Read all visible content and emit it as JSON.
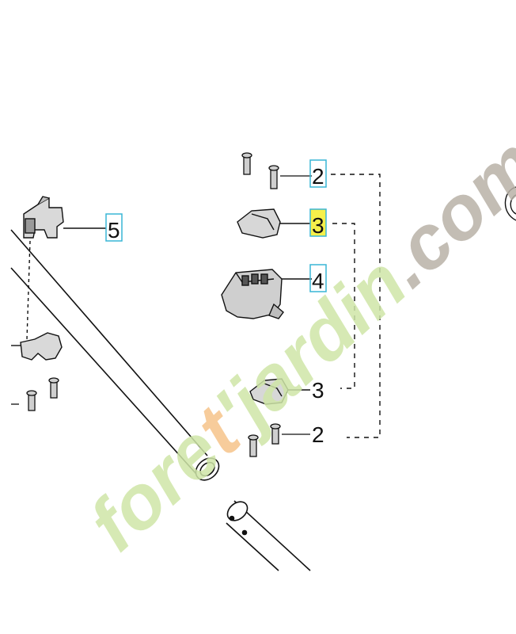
{
  "diagram": {
    "callouts": [
      {
        "id": "c2-top",
        "label": "2",
        "boxed": true,
        "highlighted": false
      },
      {
        "id": "c3-top",
        "label": "3",
        "boxed": true,
        "highlighted": true
      },
      {
        "id": "c4",
        "label": "4",
        "boxed": true,
        "highlighted": false
      },
      {
        "id": "c5",
        "label": "5",
        "boxed": true,
        "highlighted": false
      },
      {
        "id": "c3-bottom",
        "label": "3",
        "boxed": false,
        "highlighted": false
      },
      {
        "id": "c2-bottom",
        "label": "2",
        "boxed": false,
        "highlighted": false
      }
    ],
    "colors": {
      "line": "#111111",
      "box_border": "#39b6d6",
      "highlight": "#f5f04a",
      "watermark_green": "#cfe6a8",
      "watermark_orange": "#f6c48a",
      "watermark_gray": "#b9b2a8"
    }
  },
  "watermark": {
    "part_forest": "fore",
    "part_t": "t",
    "part_jardin": "'jardin",
    "part_com": ".com"
  }
}
